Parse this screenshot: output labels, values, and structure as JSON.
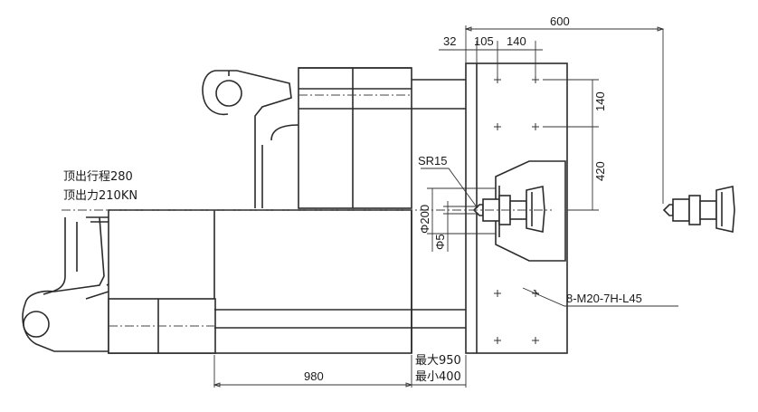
{
  "dimensions": {
    "overall_width": "600",
    "offset_32": "32",
    "spacing_105": "105",
    "spacing_140_top": "140",
    "vertical_140": "140",
    "vertical_420": "420",
    "sphere_radius": "SR15",
    "diameter_200": "Φ200",
    "diameter_5": "Φ5",
    "thread_callout": "8-M20-7H-L45",
    "stroke_980": "980",
    "max_opening": "最大950",
    "min_opening": "最小400"
  },
  "ejector": {
    "stroke_label": "顶出行程280",
    "force_label": "顶出力210KN"
  }
}
